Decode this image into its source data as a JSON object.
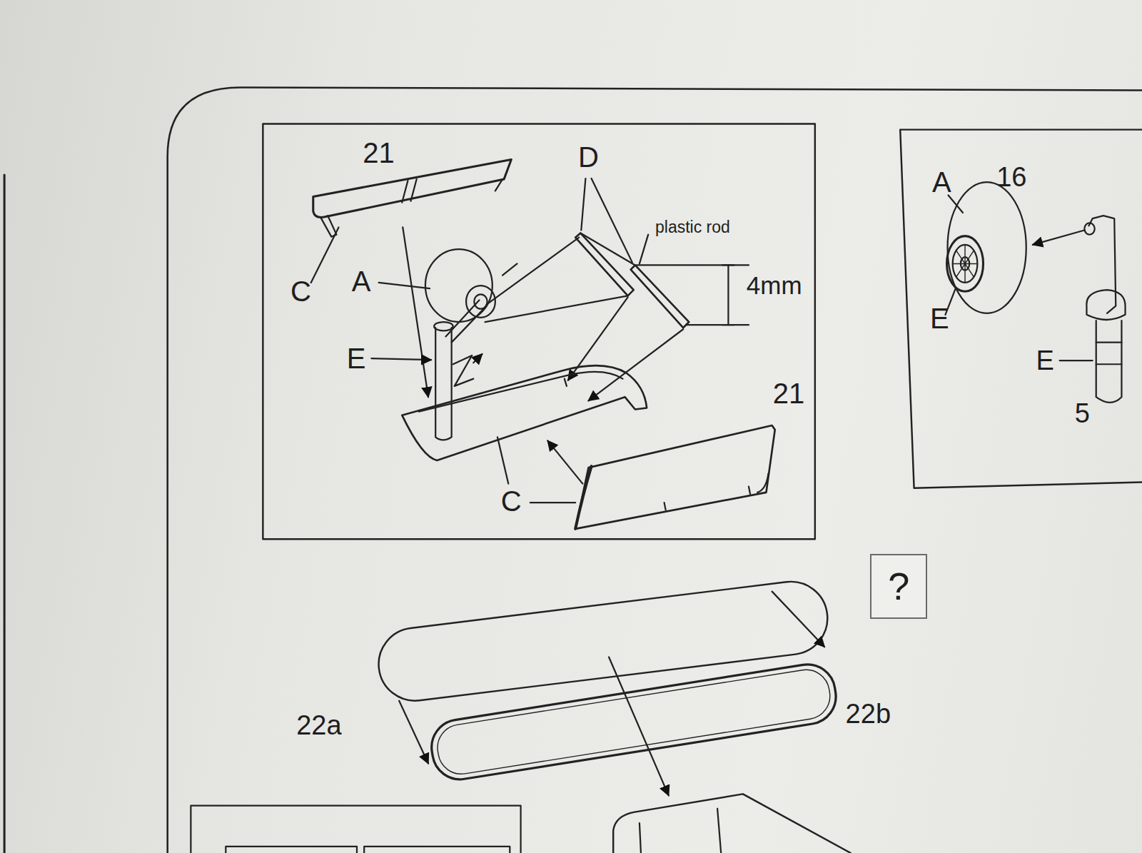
{
  "diagram": {
    "nodes": [
      {
        "text": [
          "?"
        ]
      }
    ],
    "labels": [
      "21",
      "D",
      "C",
      "A",
      "plastic rod",
      "4mm",
      "E",
      "21",
      "C",
      "A",
      "16",
      "E",
      "E",
      "5",
      "22a",
      "22b"
    ]
  }
}
